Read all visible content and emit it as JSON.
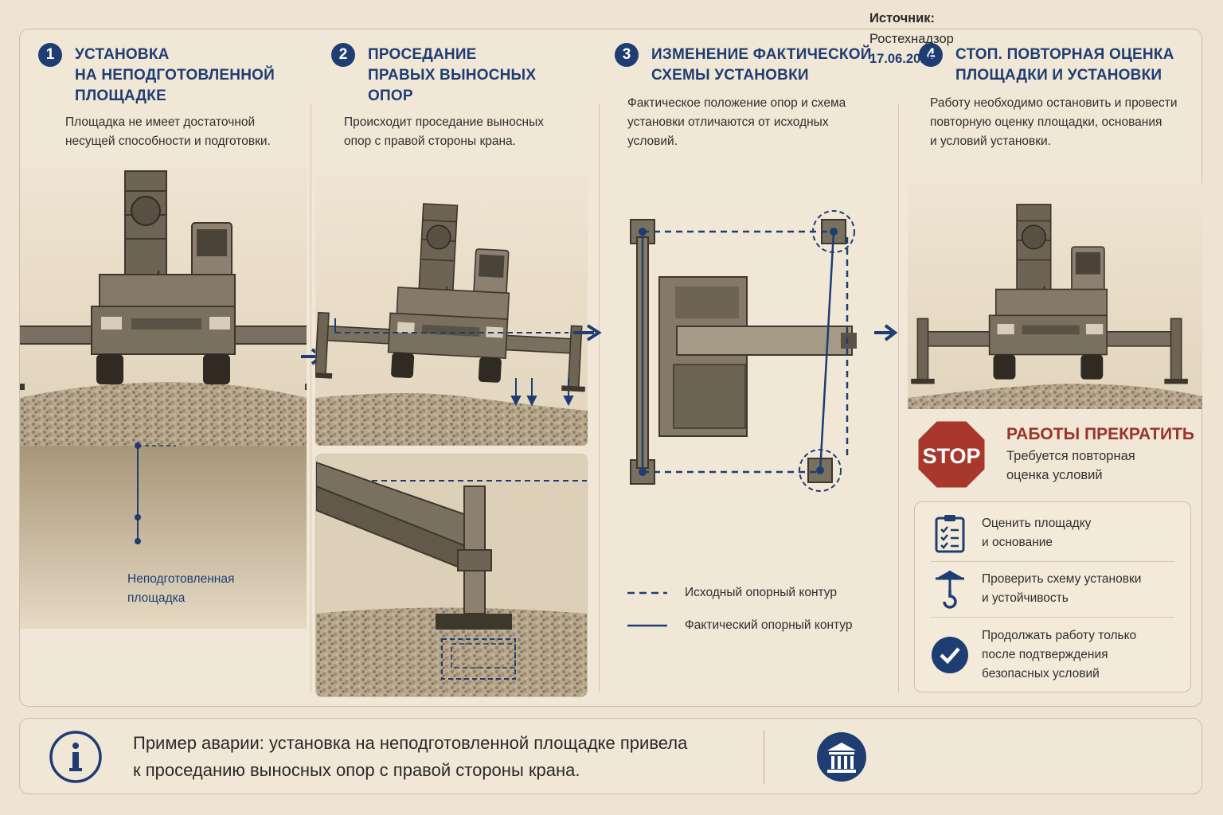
{
  "steps": [
    {
      "num": "1",
      "title": "УСТАНОВКА\nНА НЕПОДГОТОВЛЕННОЙ\nПЛОЩАДКЕ",
      "desc": "Площадка не имеет достаточной\nнесущей способности и подготовки."
    },
    {
      "num": "2",
      "title": "ПРОСЕДАНИЕ\nПРАВЫХ ВЫНОСНЫХ\nОПОР",
      "desc": "Происходит проседание выносных\nопор с правой стороны крана."
    },
    {
      "num": "3",
      "title": "ИЗМЕНЕНИЕ ФАКТИЧЕСКОЙ\nСХЕМЫ УСТАНОВКИ",
      "desc": "Фактическое положение опор и схема\nустановки отличаются от исходных\nусловий."
    },
    {
      "num": "4",
      "title": "СТОП. ПОВТОРНАЯ ОЦЕНКА\nПЛОЩАДКИ И УСТАНОВКИ",
      "desc": "Работу необходимо остановить и провести\nповторную оценку площадки, основания\nи условий установки."
    }
  ],
  "callout_unprepared": "Неподготовленная\nплощадка",
  "legend": {
    "original": "Исходный опорный контур",
    "actual": "Фактический опорный контур"
  },
  "stop": {
    "sign": "STOP",
    "title": "РАБОТЫ ПРЕКРАТИТЬ",
    "subtitle": "Требуется повторная\nоценка условий"
  },
  "actions": [
    {
      "icon": "clipboard-checklist-icon",
      "text": "Оценить площадку\nи основание"
    },
    {
      "icon": "crane-hook-icon",
      "text": "Проверить схему установки\nи устойчивость"
    },
    {
      "icon": "check-circle-icon",
      "text": "Продолжать работу только\nпосле подтверждения\nбезопасных условий"
    }
  ],
  "footer": {
    "text": "Пример аварии: установка на неподготовленной площадке привела\nк проседанию выносных опор с правой стороны крана.",
    "source_label": "Источник:",
    "source_name": "Ростехнадзор",
    "source_date": "17.06.2025"
  },
  "colors": {
    "navy": "#1e3d73",
    "stop_red": "#a8372c",
    "background": "#efe4d2"
  }
}
